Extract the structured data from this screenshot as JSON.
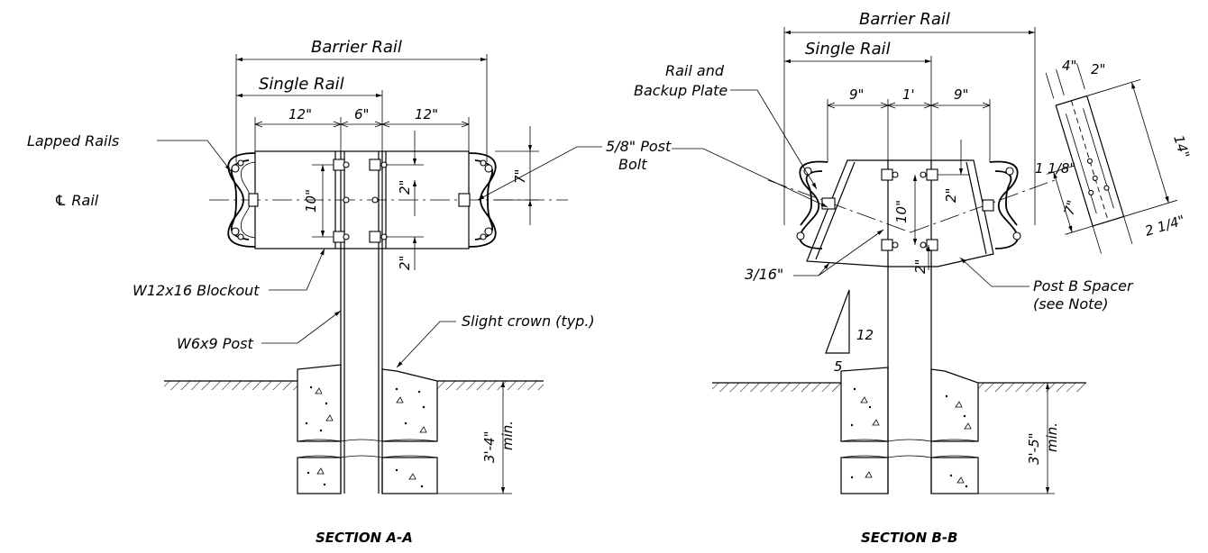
{
  "section_a": {
    "title": "SECTION A-A",
    "barrier_rail": "Barrier Rail",
    "single_rail": "Single Rail",
    "dim_12_left": "12\"",
    "dim_6": "6\"",
    "dim_12_right": "12\"",
    "lapped_rails": "Lapped Rails",
    "rail_cl": "℄ Rail",
    "dim_10": "10\"",
    "dim_2_top": "2\"",
    "dim_2_bot": "2\"",
    "dim_7": "7\"",
    "post_bolt_1": "5/8\" Post",
    "post_bolt_2": "Bolt",
    "blockout": "W12x16 Blockout",
    "post": "W6x9 Post",
    "crown": "Slight crown (typ.)",
    "embed": "3'-4\"",
    "embed_min": "min."
  },
  "section_b": {
    "title": "SECTION B-B",
    "barrier_rail": "Barrier Rail",
    "single_rail": "Single Rail",
    "rail_backup_1": "Rail and",
    "rail_backup_2": "Backup Plate",
    "dim_9_left": "9\"",
    "dim_1ft": "1'",
    "dim_9_right": "9\"",
    "dim_10": "10\"",
    "dim_2_top": "2\"",
    "dim_2_bot": "2\"",
    "dim_3_16": "3/16\"",
    "spacer_1": "Post B Spacer",
    "spacer_2": "(see Note)",
    "slope_12": "12",
    "slope_5": "5",
    "embed": "3'-5\"",
    "embed_min": "min."
  },
  "detail": {
    "dim_4": "4\"",
    "dim_2": "2\"",
    "dim_14": "14\"",
    "dim_1_1_8": "1 1/8\"",
    "dim_7": "7\"",
    "dim_2_1_4": "2 1/4\""
  }
}
